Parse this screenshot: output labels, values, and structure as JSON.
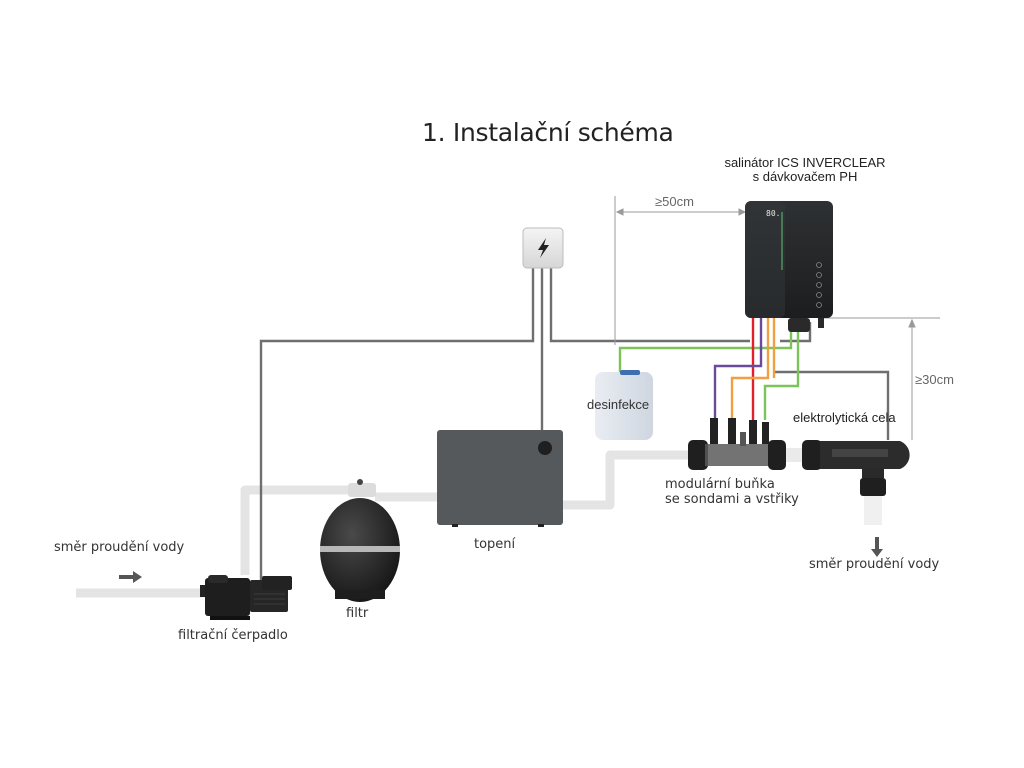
{
  "title": "1. Instalační schéma",
  "salinator": {
    "name_line1": "salinátor ICS INVERCLEAR",
    "name_line2": "s dávkovačem PH",
    "display_text": "80."
  },
  "dimensions": {
    "horizontal": "≥50cm",
    "vertical": "≥30cm"
  },
  "components": {
    "power_box_icon": "lightning-bolt",
    "disinfection": "desinfekce",
    "electrolytic_cell": "elektrolytická cela",
    "modular_cell_line1": "modulární buňka",
    "modular_cell_line2": "se sondami a vstřiky",
    "heater": "topení",
    "filter": "filtr",
    "pump": "filtrační čerpadlo"
  },
  "flow": {
    "inlet": "směr proudění vody",
    "outlet": "směr proudění vody"
  },
  "colors": {
    "cable_gray": "#6f6f6f",
    "cable_green": "#7cc35a",
    "cable_red": "#e0202a",
    "cable_purple": "#6a4a9c",
    "cable_orange": "#f0a040",
    "pipe": "#e6e6e6",
    "device_dark": "#3a3c3e",
    "heater": "#55595c"
  }
}
